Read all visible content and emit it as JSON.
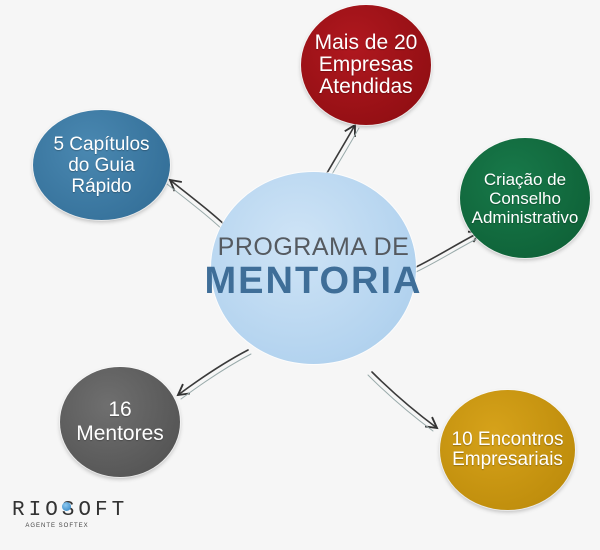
{
  "center": {
    "line1": "PROGRAMA DE",
    "line2": "MENTORIA",
    "color": "#b3d3ef"
  },
  "nodes": [
    {
      "id": "mais",
      "lines": [
        "Mais de 20",
        "Empresas",
        "Atendidas"
      ],
      "color": "#9e1218"
    },
    {
      "id": "capitulos",
      "lines": [
        "5 Capítulos",
        "do Guia",
        "Rápido"
      ],
      "color": "#3a77a0"
    },
    {
      "id": "conselho",
      "lines": [
        "Criação de",
        "Conselho",
        "Administrativo"
      ],
      "color": "#106a3e"
    },
    {
      "id": "mentores",
      "lines": [
        "16",
        "Mentores"
      ],
      "color": "#5e5e5e"
    },
    {
      "id": "encontros",
      "lines": [
        "10 Encontros",
        "Empresariais"
      ],
      "color": "#c79410"
    }
  ],
  "logo": {
    "text": "RIOSOFT",
    "subtitle": "AGENTE SOFTEX"
  }
}
